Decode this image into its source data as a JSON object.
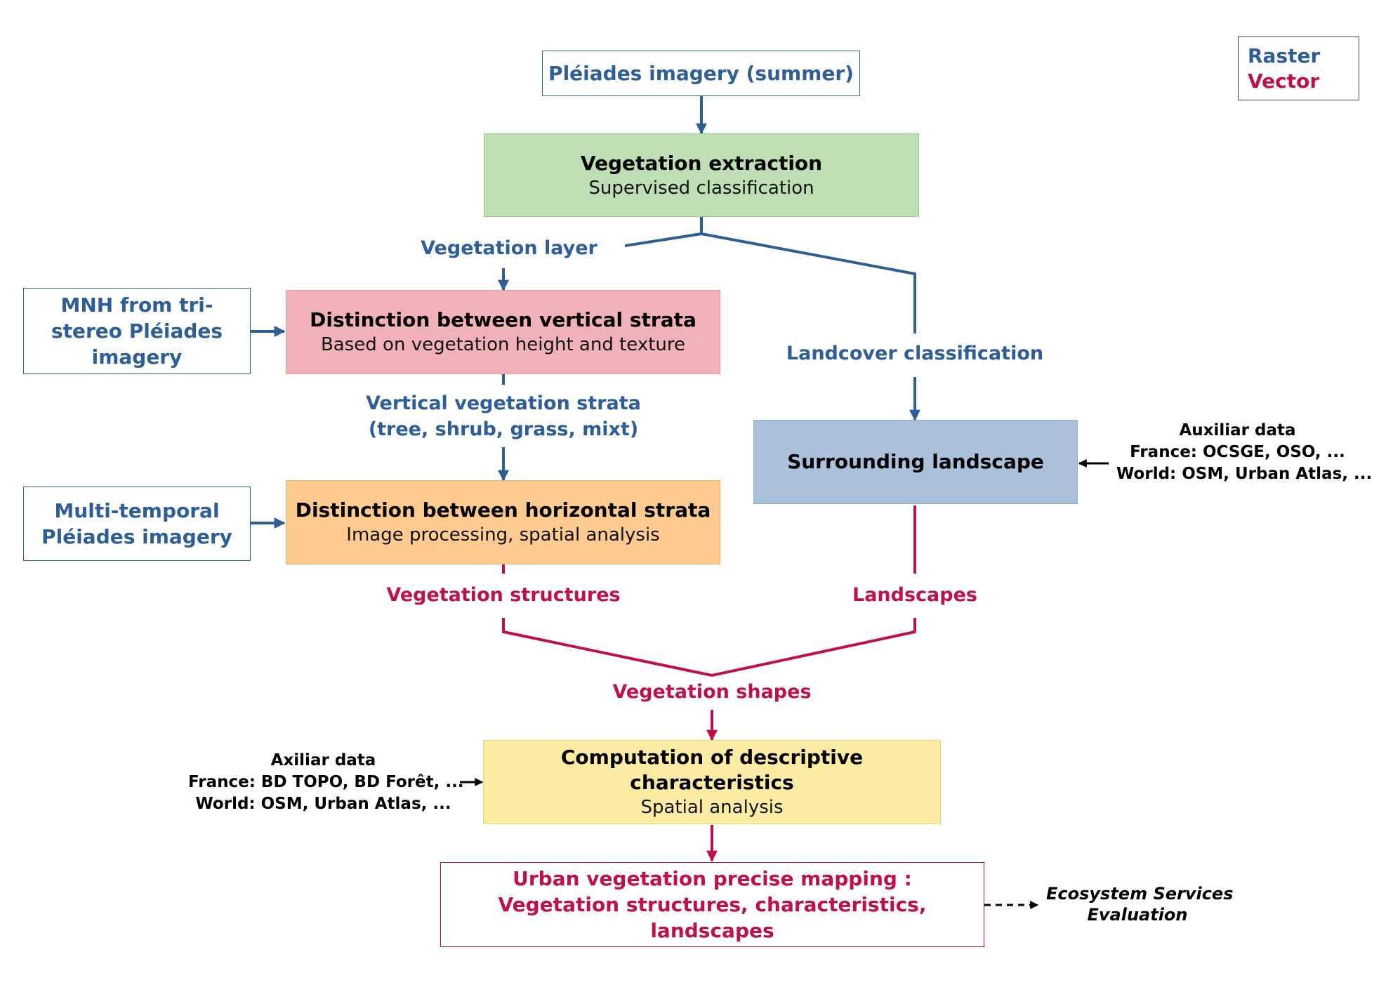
{
  "legend": {
    "raster": "Raster",
    "vector": "Vector",
    "raster_color": "#2e5e98",
    "vector_color": "#c0104a"
  },
  "inputs": {
    "pleiades_summer": "Pléiades imagery (summer)",
    "mnh": [
      "MNH from tri-",
      "stereo Pléiades",
      "imagery"
    ],
    "multitemporal": [
      "Multi-temporal",
      "Pléiades imagery"
    ]
  },
  "steps": {
    "extraction": {
      "title": "Vegetation extraction",
      "subtitle": "Supervised classification",
      "color": "#bddfb3"
    },
    "vertical": {
      "title": "Distinction between vertical strata",
      "subtitle": "Based on vegetation height and texture",
      "color": "#f1b1b8"
    },
    "horizontal": {
      "title": "Distinction between horizontal strata",
      "subtitle": "Image processing, spatial analysis",
      "color": "#fdca90"
    },
    "landscape": {
      "title": "Surrounding landscape",
      "color": "#abc0da"
    },
    "characteristics": {
      "title": "Computation of descriptive characteristics",
      "subtitle": "Spatial analysis",
      "color": "#fbeba3"
    },
    "mapping": {
      "lines": [
        "Urban vegetation precise mapping :",
        "Vegetation structures, characteristics, landscapes"
      ]
    }
  },
  "flow_labels": {
    "vegetation_layer": "Vegetation layer",
    "landcover_classification": "Landcover classification",
    "vertical_strata": [
      "Vertical vegetation strata",
      "(tree, shrub, grass, mixt)"
    ],
    "vegetation_structures": "Vegetation structures",
    "landscapes": "Landscapes",
    "vegetation_shapes": "Vegetation shapes"
  },
  "auxiliary": {
    "right": [
      "Auxiliar data",
      "France: OCSGE, OSO, ...",
      "World: OSM, Urban Atlas, ..."
    ],
    "left": [
      "Axiliar data",
      "France: BD TOPO, BD Forêt, ...",
      "World: OSM, Urban Atlas, ..."
    ]
  },
  "output": [
    "Ecosystem Services",
    "Evaluation"
  ]
}
